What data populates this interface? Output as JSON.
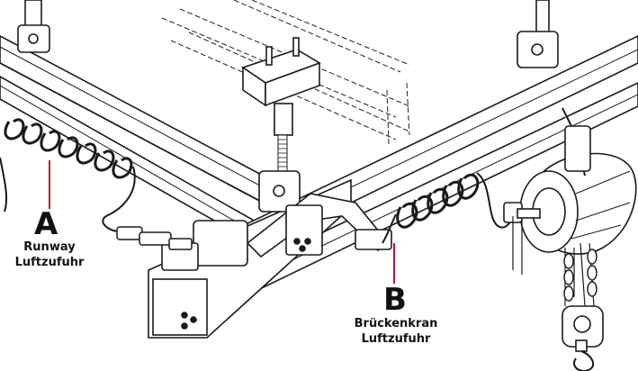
{
  "labels": {
    "a": {
      "letter": "A",
      "line1": "Runway",
      "line2": "Luftzufuhr"
    },
    "b": {
      "letter": "B",
      "line1": "Brückenkran",
      "line2": "Luftzufuhr"
    }
  },
  "colors": {
    "callout": "#c8102e",
    "ink": "#1a1a1a"
  }
}
